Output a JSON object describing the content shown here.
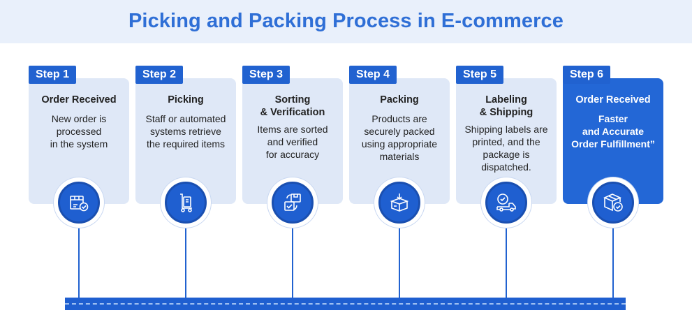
{
  "title": "Picking and Packing Process in E-commerce",
  "steps": [
    {
      "badge": "Step 1",
      "title": [
        "Order Received"
      ],
      "desc": [
        "New order is",
        "processed",
        "in the system"
      ],
      "icon": "box-check-icon"
    },
    {
      "badge": "Step 2",
      "title": [
        "Picking"
      ],
      "desc": [
        "Staff or automated",
        "systems retrieve",
        "the required items"
      ],
      "icon": "hand-truck-icon"
    },
    {
      "badge": "Step 3",
      "title": [
        "Sorting",
        "& Verification"
      ],
      "desc": [
        "Items are sorted",
        "and verified",
        "for accuracy"
      ],
      "icon": "sorting-verification-icon"
    },
    {
      "badge": "Step 4",
      "title": [
        "Packing"
      ],
      "desc": [
        "Products are",
        "securely packed",
        "using appropriate",
        "materials"
      ],
      "icon": "open-box-icon"
    },
    {
      "badge": "Step 5",
      "title": [
        "Labeling",
        "& Shipping"
      ],
      "desc": [
        "Shipping labels are",
        "printed, and the",
        "package is",
        "dispatched."
      ],
      "icon": "delivery-truck-icon"
    },
    {
      "badge": "Step 6",
      "title": [
        "Order Received"
      ],
      "desc": [
        "Faster",
        "and Accurate",
        "Order Fulfillment”"
      ],
      "icon": "package-check-icon"
    }
  ],
  "colors": {
    "accent": "#2162d0",
    "card": "#dfe8f7",
    "highlight": "#2367d6",
    "title": "#2f6fd6"
  }
}
